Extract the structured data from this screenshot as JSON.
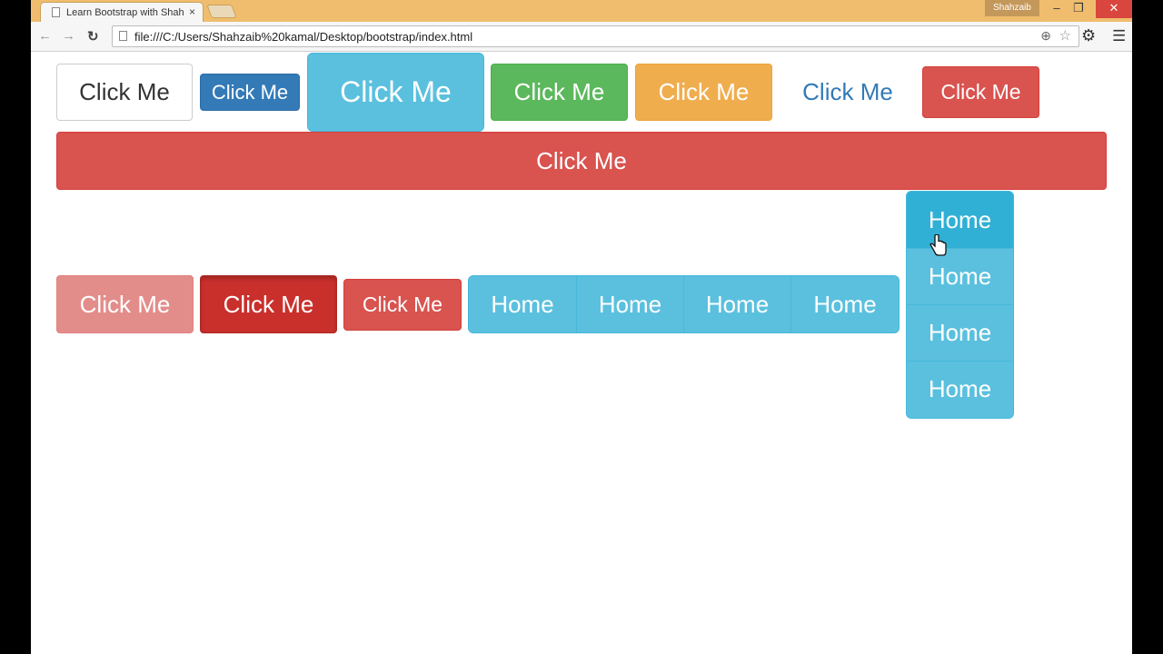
{
  "browser": {
    "tab_title": "Learn Bootstrap with Shahzaib",
    "tab_close": "×",
    "user_name": "Shahzaib",
    "window_min": "–",
    "window_max": "❐",
    "window_close": "✕",
    "back_icon": "←",
    "forward_icon": "→",
    "reload_icon": "↻",
    "url": "file:///C:/Users/Shahzaib%20kamal/Desktop/bootstrap/index.html",
    "zoom_icon": "⊕",
    "star_icon": "☆",
    "settings_icon": "⚙",
    "menu_icon": "☰"
  },
  "row1": {
    "default_label": "Click Me",
    "primary_small_label": "Click Me",
    "info_large_label": "Click Me",
    "success_label": "Click Me",
    "warning_label": "Click Me",
    "link_label": "Click Me",
    "danger_label": "Click Me"
  },
  "block_button": {
    "label": "Click Me"
  },
  "row2": {
    "danger_disabled_label": "Click Me",
    "danger_active_label": "Click Me",
    "danger_small_label": "Click Me"
  },
  "horizontal_group": [
    "Home",
    "Home",
    "Home",
    "Home"
  ],
  "vertical_group": [
    "Home",
    "Home",
    "Home",
    "Home"
  ],
  "cursor_icon": "hand-pointer-icon",
  "colors": {
    "default": "#ffffff",
    "primary": "#337ab7",
    "info": "#5bc0de",
    "success": "#5cb85c",
    "warning": "#f0ad4e",
    "danger": "#d9534f",
    "link": "#337ab7"
  }
}
